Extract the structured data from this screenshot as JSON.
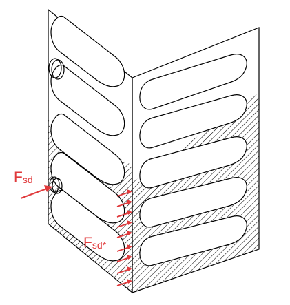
{
  "labels": {
    "force_left_main": "F",
    "force_left_sub": "sd",
    "force_edge_main": "F",
    "force_edge_sub": "sd*"
  },
  "colors": {
    "force": "#e0393b",
    "line": "#000000",
    "background": "#ffffff"
  }
}
